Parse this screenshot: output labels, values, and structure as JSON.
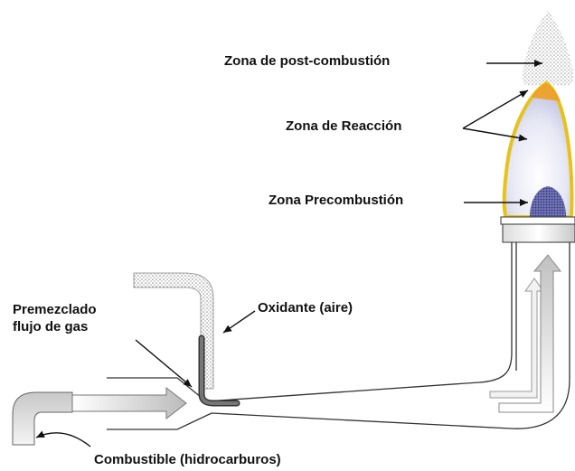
{
  "labels": {
    "post_combustion": "Zona de post-combustión",
    "reaction": "Zona de Reacción",
    "precombustion": "Zona Precombustión",
    "premixed_line1": "Premezclado",
    "premixed_line2": "flujo de gas",
    "oxidant": "Oxidante (aire)",
    "fuel": "Combustible (hidrocarburos)"
  },
  "colors": {
    "flame_edge": "#e8c21a",
    "flame_inner": "#e9eaf6",
    "inner_cone": "#3b3f8c",
    "outline": "#333333",
    "stipple": "#8a8a8a"
  }
}
